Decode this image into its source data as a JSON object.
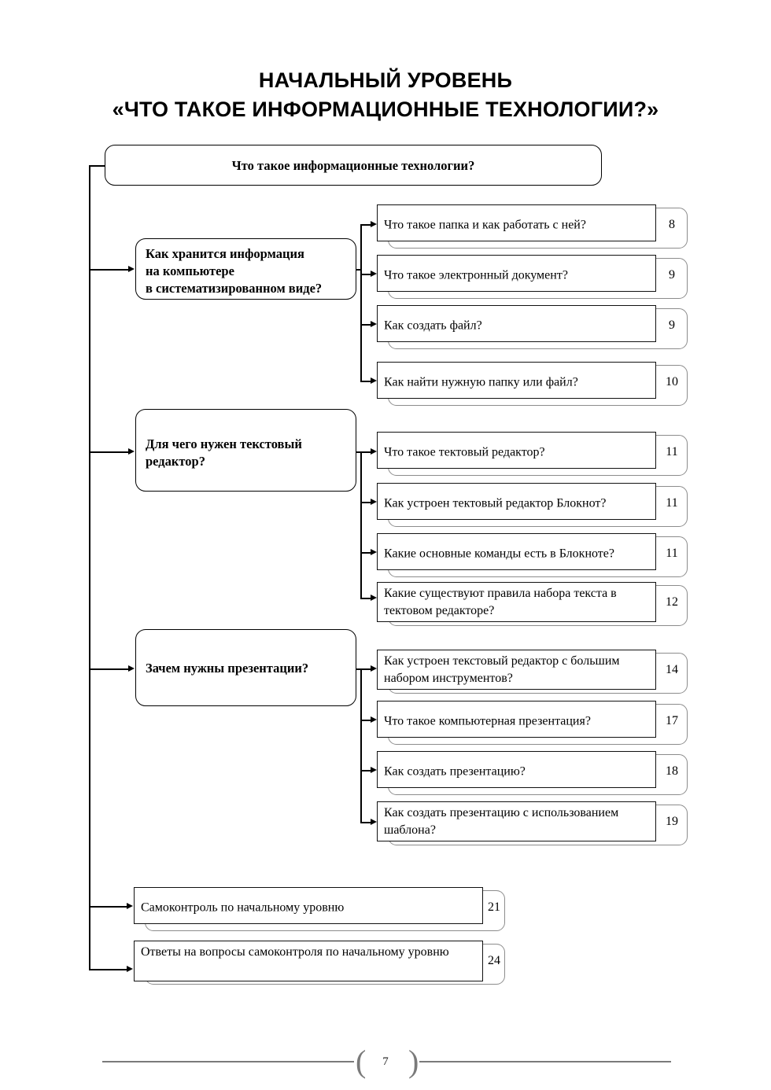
{
  "title": {
    "line1": "НАЧАЛЬНЫЙ УРОВЕНЬ",
    "line2": "«ЧТО ТАКОЕ ИНФОРМАЦИОННЫЕ ТЕХНОЛОГИИ?»"
  },
  "root": {
    "label": "Что такое информационные технологии?"
  },
  "groups": [
    {
      "parent": "Как хранится информация\nна компьютере\nв систематизированном виде?",
      "items": [
        {
          "label": "Что такое папка и как работать с ней?",
          "page": "8"
        },
        {
          "label": "Что такое электронный документ?",
          "page": "9"
        },
        {
          "label": "Как создать файл?",
          "page": "9"
        },
        {
          "label": "Как найти нужную папку или файл?",
          "page": "10"
        }
      ]
    },
    {
      "parent": "Для чего нужен текстовый\nредактор?",
      "items": [
        {
          "label": "Что такое тектовый редактор?",
          "page": "11"
        },
        {
          "label": "Как устроен тектовый редактор Блокнот?",
          "page": "11"
        },
        {
          "label": "Какие основные команды есть в Блокноте?",
          "page": "11"
        },
        {
          "label": "Какие существуют правила набора текста в тектовом редакторе?",
          "page": "12"
        }
      ]
    },
    {
      "parent": "Зачем нужны презентации?",
      "items": [
        {
          "label": "Как устроен текстовый редактор с большим набором инструментов?",
          "page": "14"
        },
        {
          "label": "Что такое компьютерная презентация?",
          "page": "17"
        },
        {
          "label": "Как создать презентацию?",
          "page": "18"
        },
        {
          "label": "Как создать презентацию с использованием шаблона?",
          "page": "19"
        }
      ]
    }
  ],
  "tail": [
    {
      "label": "Самоконтроль по начальному уровню",
      "page": "21"
    },
    {
      "label": "Ответы на вопросы самоконтроля по начальному уровню",
      "page": "24"
    }
  ],
  "footer": {
    "brace_left": "(",
    "brace_right": ")",
    "page_number": "7"
  },
  "colors": {
    "ink": "#000000",
    "shadow": "#8c8c8c",
    "rule": "#7a7a7a"
  }
}
